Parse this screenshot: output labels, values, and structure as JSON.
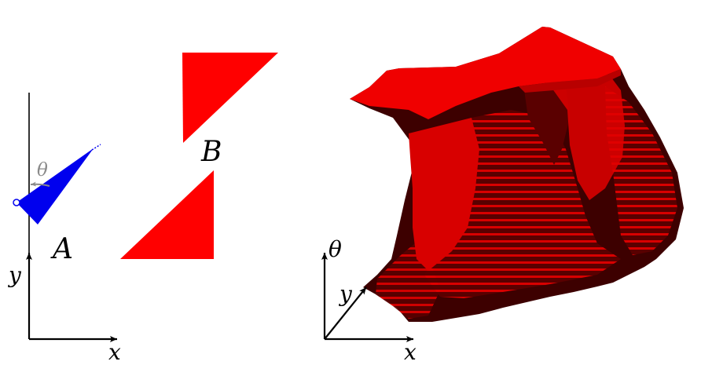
{
  "left_panel": {
    "region_a_label": "A",
    "region_b_label": "B",
    "angle_label": "θ",
    "axis_x_label": "x",
    "axis_y_label": "y",
    "robot_color": "#0000ee",
    "obstacle_color": "#ff0000",
    "angle_color": "#8a8a8a"
  },
  "right_panel": {
    "axis_x_label": "x",
    "axis_y_label": "y",
    "axis_theta_label": "θ",
    "cspace_face_color": "#e60000",
    "cspace_shadow_color": "#3d0000"
  }
}
